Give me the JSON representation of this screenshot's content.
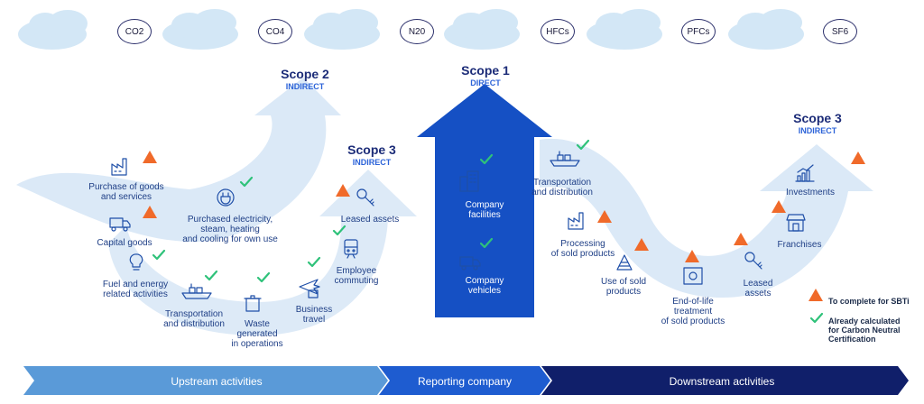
{
  "gases": [
    "CO2",
    "CO4",
    "N20",
    "HFCs",
    "PFCs",
    "SF6"
  ],
  "scopes": {
    "scope2": {
      "title": "Scope 2",
      "subtitle": "INDIRECT"
    },
    "scope1": {
      "title": "Scope 1",
      "subtitle": "DIRECT"
    },
    "scope3_upstream": {
      "title": "Scope 3",
      "subtitle": "INDIRECT"
    },
    "scope3_downstream": {
      "title": "Scope 3",
      "subtitle": "INDIRECT"
    }
  },
  "upstream_items": {
    "purchase_goods": [
      "Purchase of goods",
      "and services"
    ],
    "capital_goods": [
      "Capital goods"
    ],
    "fuel_energy": [
      "Fuel and energy",
      "related activities"
    ],
    "transport_up": [
      "Transportation",
      "and distribution"
    ],
    "waste": [
      "Waste",
      "generated",
      "in operations"
    ],
    "business_travel": [
      "Business",
      "travel"
    ],
    "employee_commuting": [
      "Employee",
      "commuting"
    ],
    "leased_assets_up": [
      "Leased assets"
    ],
    "purchased_electricity": [
      "Purchased electricity,",
      "steam, heating",
      "and cooling for own use"
    ]
  },
  "direct_items": {
    "facilities": [
      "Company",
      "facilities"
    ],
    "vehicles": [
      "Company",
      "vehicles"
    ]
  },
  "downstream_items": {
    "transport_down": [
      "Transportation",
      "and distribution"
    ],
    "processing": [
      "Processing",
      "of sold products"
    ],
    "use_sold": [
      "Use of sold",
      "products"
    ],
    "end_of_life": [
      "End-of-life",
      "treatment",
      "of sold products"
    ],
    "leased_assets_down": [
      "Leased",
      "assets"
    ],
    "franchises": [
      "Franchises"
    ],
    "investments": [
      "Investments"
    ]
  },
  "legend": {
    "to_complete": "To complete for SBTi",
    "calculated": [
      "Already calculated",
      "for Carbon Neutral",
      "Certification"
    ]
  },
  "bottom_bar": {
    "upstream": "Upstream activities",
    "reporting": "Reporting company",
    "downstream": "Downstream activities"
  },
  "colors": {
    "arrow_light": "#dae9f7",
    "cloud": "#d3e7f6",
    "direct_arrow": "#1550c4",
    "upstream_bar": "#5a9ad8",
    "reporting_bar": "#1e5cd0",
    "downstream_bar": "#101f6a",
    "triangle": "#f06a2a",
    "check": "#2fc27a",
    "text": "#1f3f86"
  }
}
